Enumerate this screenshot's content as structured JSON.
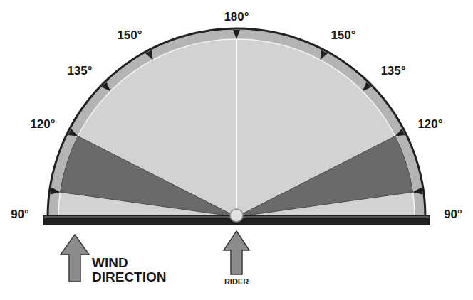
{
  "diagram": {
    "labels": [
      "180°",
      "150°",
      "150°",
      "135°",
      "135°",
      "120°",
      "120°",
      "90°",
      "90°",
      "WIND DIRECTION",
      "RIDER"
    ]
  }
}
